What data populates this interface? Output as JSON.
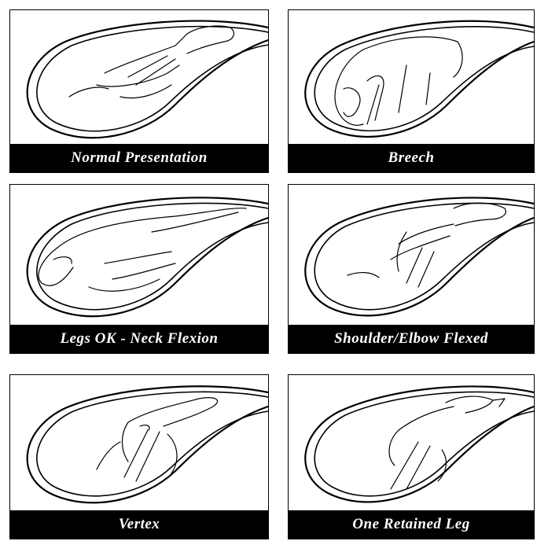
{
  "panels": [
    {
      "caption": "Normal Presentation"
    },
    {
      "caption": "Breech"
    },
    {
      "caption": "Legs OK - Neck Flexion"
    },
    {
      "caption": "Shoulder/Elbow Flexed"
    },
    {
      "caption": "Vertex"
    },
    {
      "caption": "One Retained Leg"
    }
  ]
}
